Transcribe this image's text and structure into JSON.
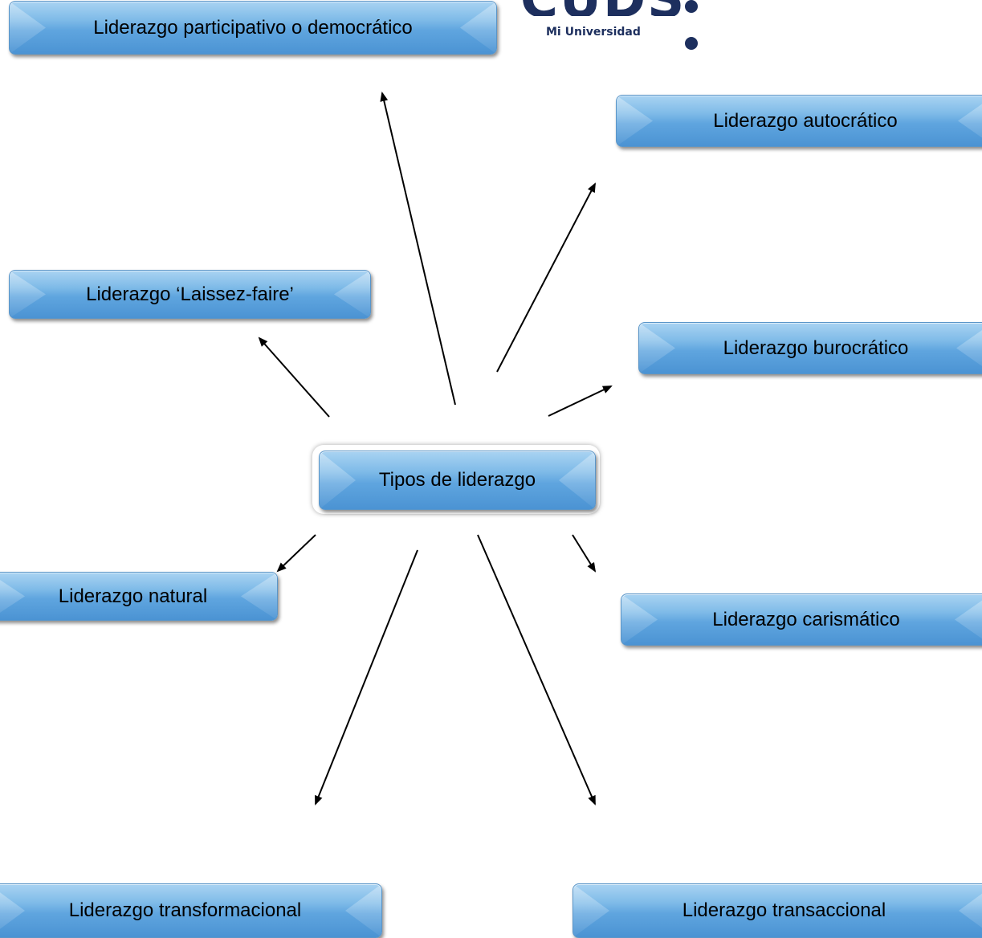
{
  "center": {
    "label": "Tipos de liderazgo"
  },
  "nodes": {
    "participativo": "Liderazgo participativo o democrático",
    "autocratico": "Liderazgo autocrático",
    "laissez_faire": "Liderazgo ‘Laissez-faire’",
    "burocratico": "Liderazgo burocrático",
    "natural": "Liderazgo natural",
    "carismatico": "Liderazgo carismático",
    "transformacional": "Liderazgo transformacional",
    "transaccional": "Liderazgo transaccional"
  },
  "logo": {
    "name": "CUDS",
    "subtitle": "Mi Universidad"
  },
  "colors": {
    "node_fill": "#6aaee3",
    "node_border": "#5a95c8",
    "logo": "#1d2f5e",
    "arrow": "#000000"
  }
}
